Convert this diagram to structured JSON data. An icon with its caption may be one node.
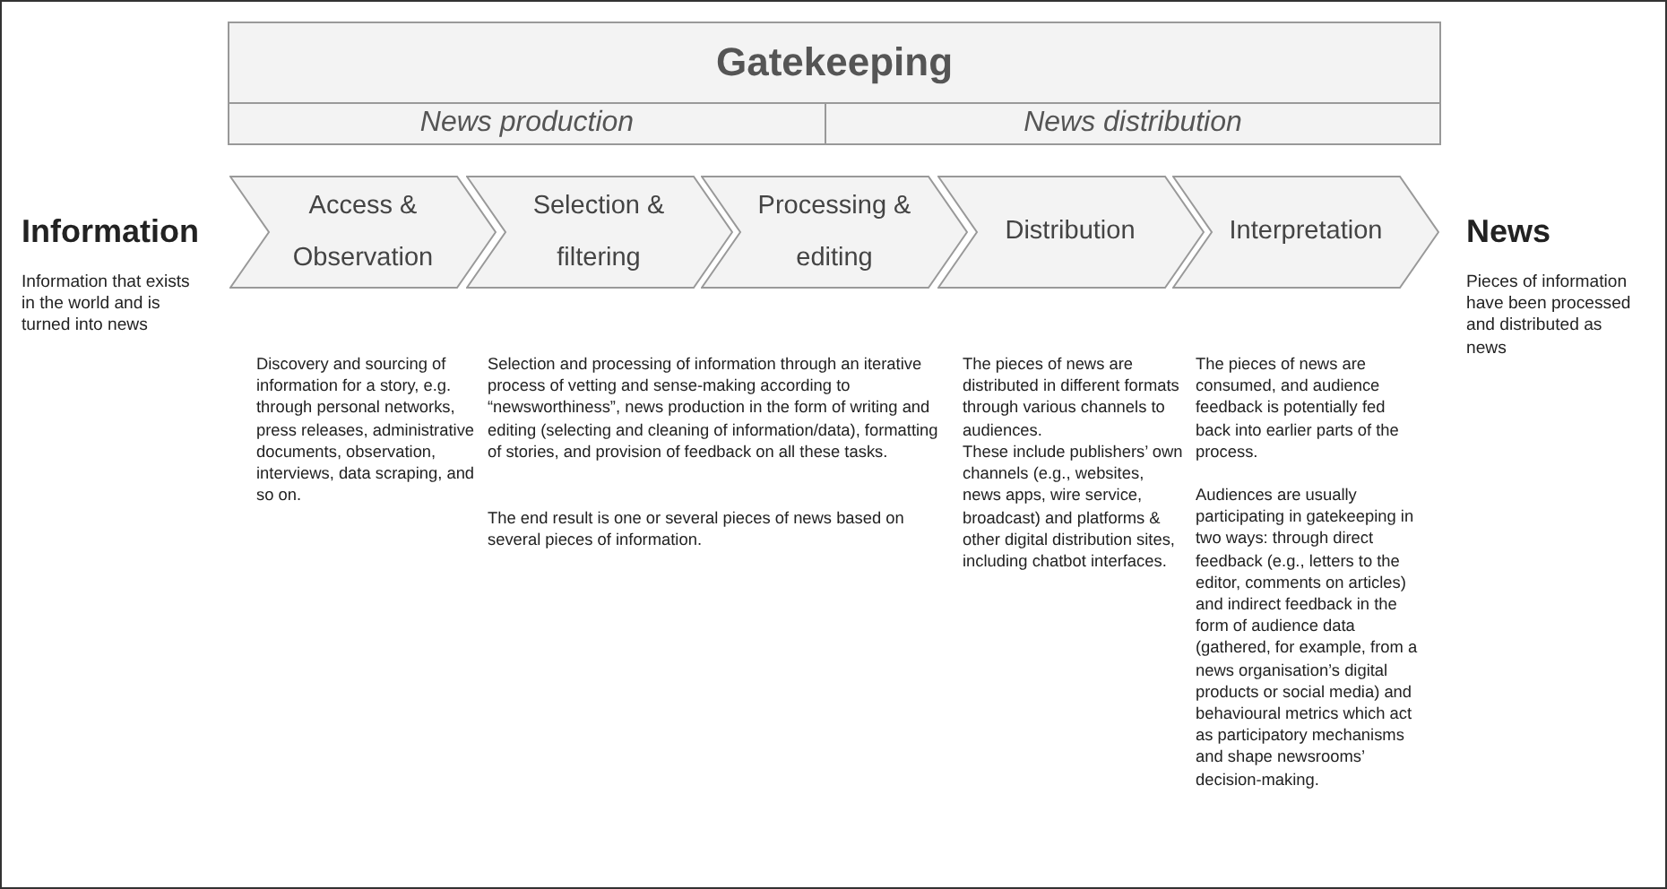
{
  "diagram": {
    "nodes": [
      {
        "text": [
          "Gatekeeping"
        ]
      },
      {
        "text": [
          "News production"
        ]
      },
      {
        "text": [
          "News distribution"
        ]
      },
      {
        "text": [
          "Information",
          "Information that exists in the world and is turned into news"
        ]
      },
      {
        "text": [
          "Access & Observation"
        ]
      },
      {
        "text": [
          "Selection & filtering"
        ]
      },
      {
        "text": [
          "Processing & editing"
        ]
      },
      {
        "text": [
          "Distribution"
        ]
      },
      {
        "text": [
          "Interpretation"
        ]
      },
      {
        "text": [
          "News",
          "Pieces of information have been processed and distributed as news"
        ]
      }
    ],
    "labels": [
      "Discovery and sourcing of information for a story, e.g. through personal networks, press releases, administrative documents, observation, interviews, data scraping, and so on.",
      "Selection and processing of information through an iterative process of vetting and sense-making according to “newsworthiness”, news production in the form of writing and editing (selecting and cleaning of information/data), formatting of stories, and provision of feedback on all these tasks.",
      "The end result is one or several pieces of news based on several pieces of information.",
      "The pieces of news are distributed in different formats through various channels to audiences.",
      "These include publishers’ own channels (e.g., websites, news apps, wire service, broadcast) and platforms & other digital distribution sites, including chatbot interfaces.",
      "The pieces of news are consumed, and audience feedback is potentially fed back into earlier parts of the process.",
      "Audiences are usually participating in gatekeeping in two ways: through direct feedback (e.g., letters to the editor, comments on articles) and indirect feedback in the form of audience data (gathered, for example, from a news organisation’s digital products or social media) and behavioural metrics which act as participatory mechanisms and shape newsrooms’ decision-making."
    ]
  }
}
